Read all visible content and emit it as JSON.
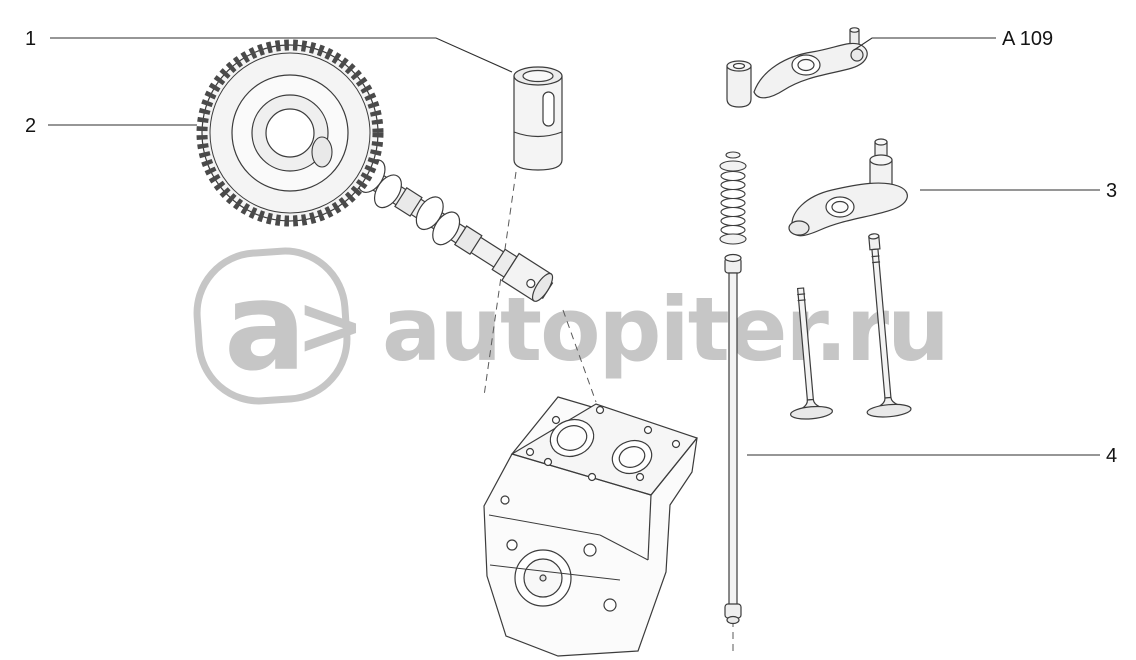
{
  "diagram": {
    "background": "#ffffff",
    "line_color": "#3c3c3c",
    "label_color": "#141414",
    "callouts": {
      "c1": {
        "label": "1"
      },
      "c2": {
        "label": "2"
      },
      "c3": {
        "label": "3"
      },
      "c4": {
        "label": "4"
      },
      "a109": {
        "label": "A 109"
      }
    },
    "watermark": {
      "logo_text": "a",
      "logo_arrow": ">",
      "site": "autopiter.ru",
      "color": "#c6c6c6"
    }
  }
}
